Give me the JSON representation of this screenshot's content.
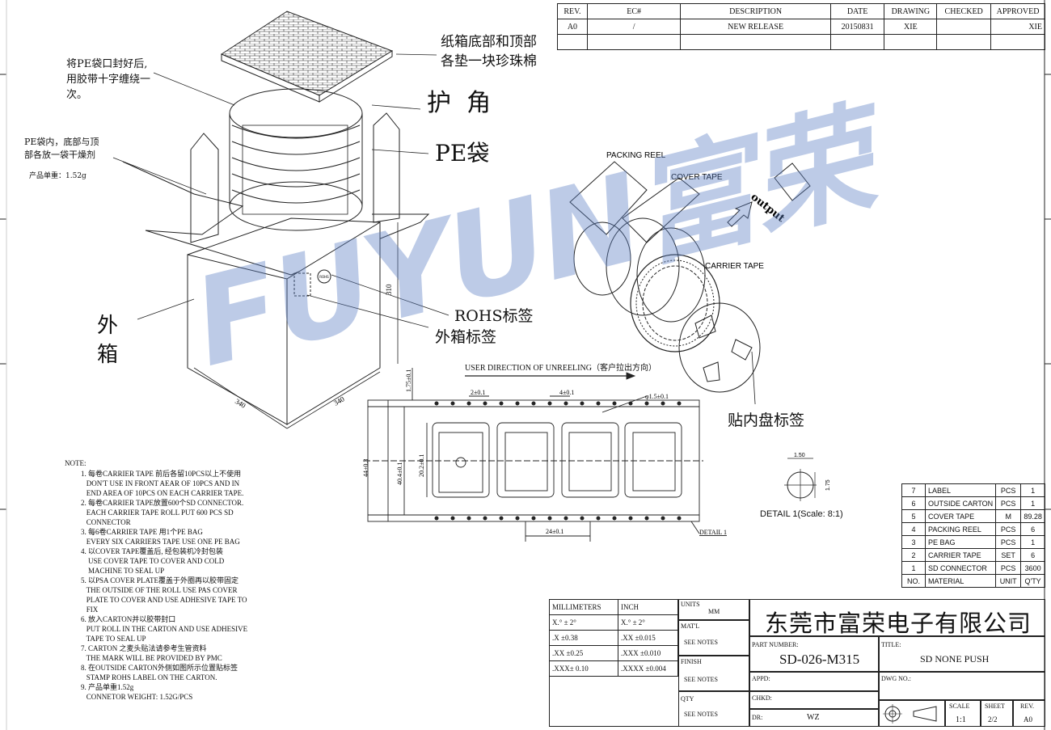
{
  "revision_block": {
    "headers": [
      "REV.",
      "EC#",
      "DESCRIPTION",
      "DATE",
      "DRAWING",
      "CHECKED",
      "APPROVED"
    ],
    "row": [
      "A0",
      "/",
      "NEW RELEASE",
      "20150831",
      "XIE",
      "",
      "XIE"
    ]
  },
  "annotations": {
    "seal_pe": "将PE袋口封好后,\n用胶带十字缠绕一\n次。",
    "carton_cushion": "纸箱底部和顶部\n各垫一块珍珠棉",
    "corner_guard": "护  角",
    "pe_bag": "PE袋",
    "desiccant": "PE袋内，底部与顶\n部各放一袋干燥剂",
    "unit_weight": "产品单重：1.52g",
    "outer_box": "外\n箱",
    "rohs_label": "ROHS标签",
    "box_label": "外箱标签",
    "rohs_tag": "ROHS",
    "reel_label": "贴内盘标签",
    "packing_reel": "PACKING REEL",
    "cover_tape": "COVER TAPE",
    "carrier_tape": "CARRIER TAPE",
    "output": "output",
    "unreel_direction": "USER DIRECTION OF UNREELING（客户拉出方向）",
    "detail_callout": "DETAIL 1",
    "detail_title": "DETAIL 1(Scale: 8:1)",
    "watermark": "FUYUN富荣"
  },
  "dimensions": {
    "box_width_a": "340",
    "box_width_b": "340",
    "box_height": "310",
    "pitch_small": "2±0.1",
    "pitch_mid": "4±0.1",
    "hole_dia": "φ1.5±0.1",
    "edge_offset": "1.75±0.1",
    "cavity_width": "20.2±0.1",
    "tape_inner": "40.4±0.1",
    "tape_width": "44±0.3",
    "pocket_pitch": "24±0.1",
    "detail_d": "1.50",
    "detail_h": "1.75"
  },
  "notes": {
    "header": "NOTE:",
    "lines": [
      "1. 每卷CARRIER TAPE 前后各留10PCS以上不使用",
      "   DON'T USE IN FRONT AEAR OF 10PCS AND IN",
      "   END AREA OF 10PCS ON EACH CARRIER TAPE.",
      "2. 每卷CARRIER TAPE放置600个SD CONNECTOR.",
      "   EACH CARRIER TAPE ROLL PUT 600 PCS SD",
      "   CONNECTOR",
      "3. 每6卷CARRIER TAPE 用1个PE BAG",
      "   EVERY SIX CARRIERS TAPE USE ONE PE BAG",
      "4. 以COVER TAPE覆盖后, 经包装机冷封包装",
      "    USE COVER TAPE TO COVER AND COLD",
      "    MACHINE TO SEAL UP",
      "5. 以PSA COVER PLATE覆盖于外圈再以胶带固定",
      "   THE OUTSIDE OF THE ROLL USE PAS COVER",
      "   PLATE TO COVER AND USE ADHESIVE TAPE TO",
      "   FIX",
      "6. 放入CARTON并以胶带封口",
      "   PUT ROLL IN THE CARTON AND USE ADHESIVE",
      "   TAPE TO SEAL UP",
      "7. CARTON 之麦头贴法请参考生管资料",
      "   THE MARK WILL BE PROVIDED BY PMC",
      "8. 在OUTSIDE CARTON外侧如图所示位置贴标签",
      "   STAMP ROHS LABEL ON THE CARTON.",
      "9. 产品单重1.52g",
      "   CONNETOR WEIGHT: 1.52G/PCS"
    ]
  },
  "bom": {
    "rows": [
      [
        "7",
        "LABEL",
        "PCS",
        "1"
      ],
      [
        "6",
        "OUTSIDE CARTON",
        "PCS",
        "1"
      ],
      [
        "5",
        "COVER TAPE",
        "M",
        "89.28"
      ],
      [
        "4",
        "PACKING REEL",
        "PCS",
        "6"
      ],
      [
        "3",
        "PE BAG",
        "PCS",
        "1"
      ],
      [
        "2",
        "CARRIER TAPE",
        "SET",
        "6"
      ],
      [
        "1",
        "SD CONNECTOR",
        "PCS",
        "3600"
      ]
    ],
    "header": [
      "NO.",
      "MATERIAL",
      "UNIT",
      "Q'TY"
    ]
  },
  "tolerances": {
    "mm_header": "MILLIMETERS",
    "inch_header": "INCH",
    "mm": [
      "X.°  ± 2°",
      ".X   ±0.38",
      ".XX  ±0.25",
      ".XXX± 0.10"
    ],
    "inch": [
      "X.°  ± 2°",
      ".XX   ±0.015",
      ".XXX  ±0.010",
      ".XXXX ±0.004"
    ]
  },
  "title_block": {
    "units_label": "UNITS",
    "units_value": "MM",
    "matl_label": "MAT'L",
    "matl_value": "SEE NOTES",
    "finish_label": "FINISH",
    "finish_value": "SEE NOTES",
    "qty_label": "QTY",
    "qty_value": "SEE NOTES",
    "company": "东莞市富荣电子有限公司",
    "part_label": "PART NUMBER:",
    "part_number": "SD-026-M315",
    "title_label": "TITLE:",
    "title": "SD NONE PUSH",
    "appd_label": "APPD:",
    "dwg_label": "DWG NO.:",
    "chkd_label": "CHKD:",
    "dr_label": "DR:",
    "drawn_by": "WZ",
    "scale_label": "SCALE",
    "scale_value": "1:1",
    "sheet_label": "SHEET",
    "sheet_value": "2/2",
    "rev_label": "REV.",
    "rev_value": "A0"
  },
  "colors": {
    "watermark": "#5b7fc4",
    "line": "#222222"
  }
}
